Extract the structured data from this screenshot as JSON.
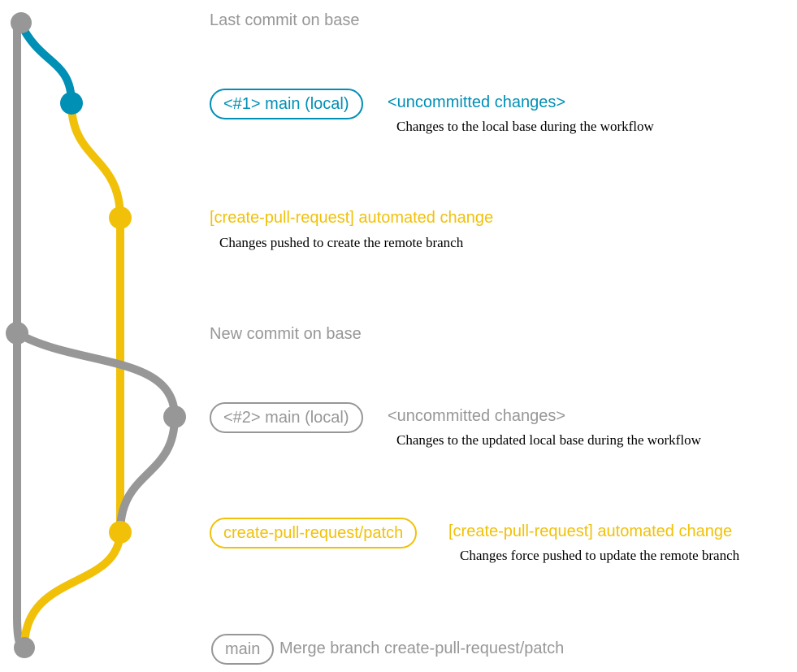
{
  "colors": {
    "gray": "#979797",
    "blue": "#008fb5",
    "yellow": "#f1c109",
    "text": "#000000",
    "background": "#ffffff"
  },
  "diagram": {
    "base_top_label": "Last commit on base",
    "base_mid_label": "New commit on base",
    "row_local1": {
      "badge": "<#1> main (local)",
      "status": "<uncommitted changes>",
      "note": "Changes to the local base during the workflow"
    },
    "row_push1": {
      "label": "[create-pull-request] automated change",
      "note": "Changes pushed to create the remote branch"
    },
    "row_local2": {
      "badge": "<#2> main (local)",
      "status": "<uncommitted changes>",
      "note": "Changes to the updated local base during the workflow"
    },
    "row_push2": {
      "badge": "create-pull-request/patch",
      "label": "[create-pull-request] automated change",
      "note": "Changes force pushed to update the remote branch"
    },
    "row_merge": {
      "badge": "main",
      "label": "Merge branch create-pull-request/patch"
    }
  }
}
